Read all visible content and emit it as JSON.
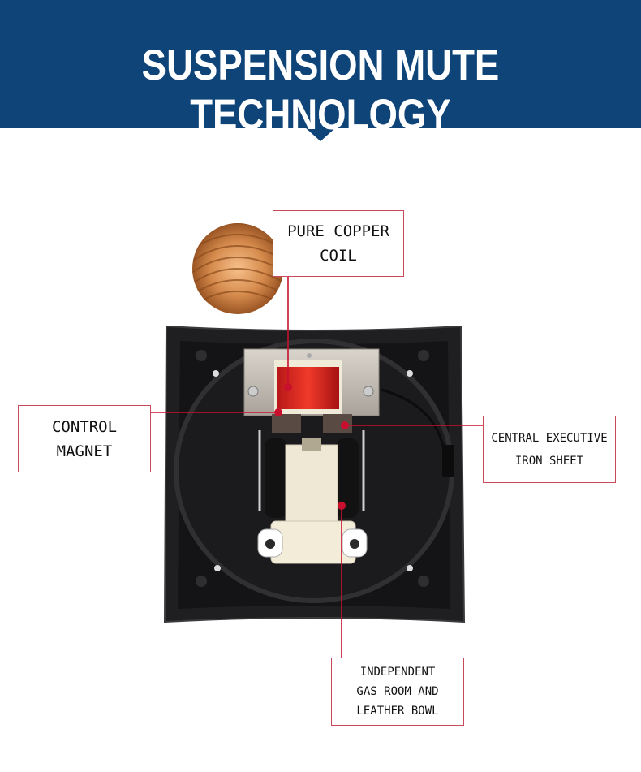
{
  "banner": {
    "title": "SUSPENSION MUTE TECHNOLOGY"
  },
  "callouts": {
    "copper_coil": [
      "PURE COPPER",
      "COIL"
    ],
    "control_magnet": [
      "CONTROL",
      "MAGNET"
    ],
    "iron_sheet": [
      "CENTRAL EXECUTIVE",
      "IRON SHEET"
    ],
    "gas_room": [
      "INDEPENDENT",
      "GAS ROOM AND",
      "LEATHER BOWL"
    ]
  },
  "colors": {
    "banner": "#0e4478",
    "leader_line": "#c8102e",
    "callout_border": "#c94a5a"
  }
}
